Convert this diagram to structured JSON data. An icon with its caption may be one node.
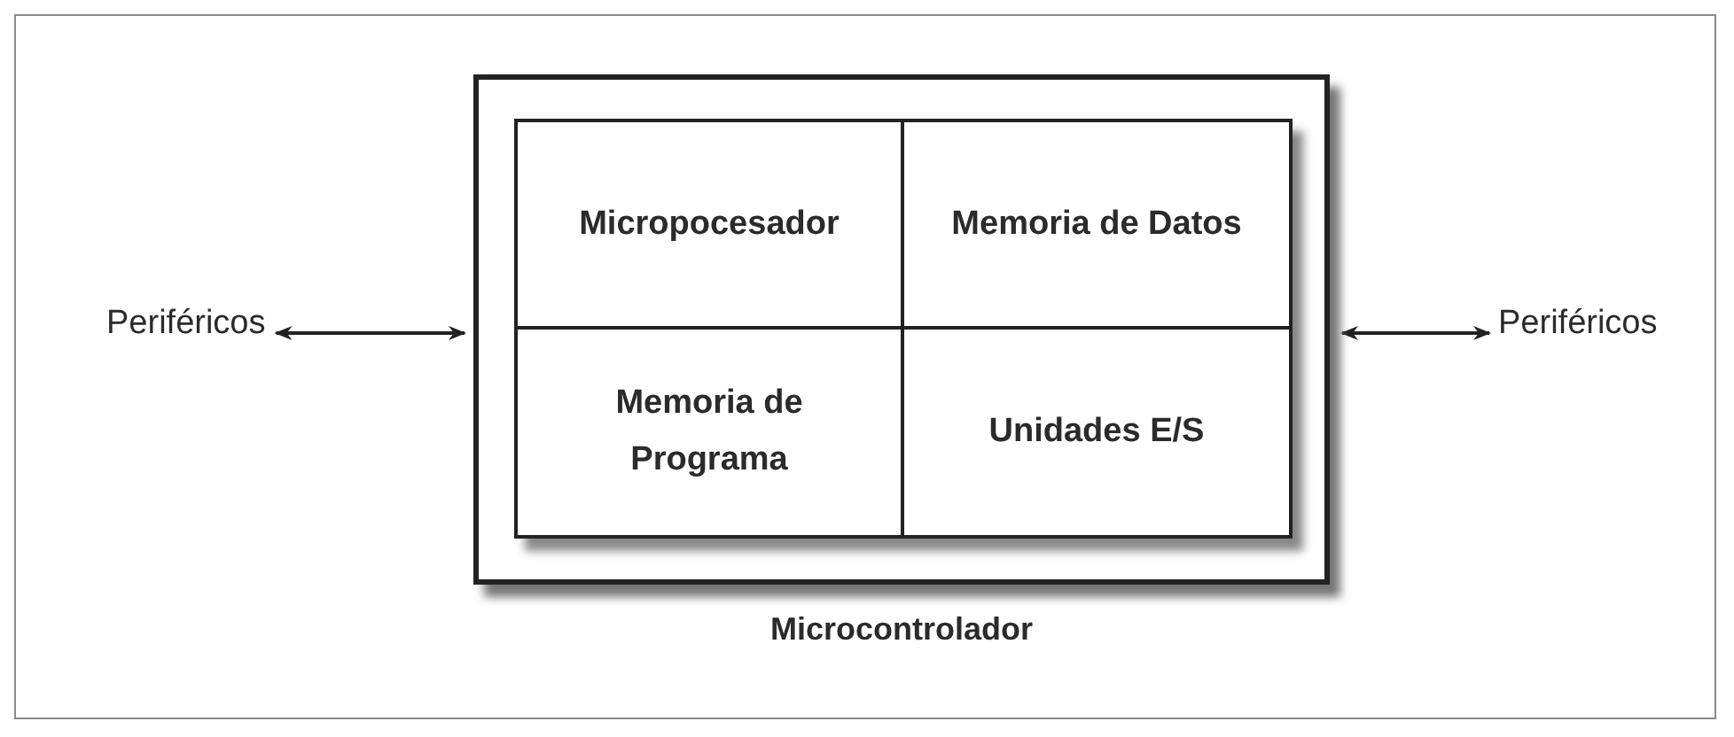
{
  "diagram": {
    "nodes": [
      {
        "text": [
          "Microcontrolador"
        ]
      },
      {
        "text": [
          "Micropocesador"
        ],
        "in": 0
      },
      {
        "text": [
          "Memoria de Datos"
        ],
        "in": 0
      },
      {
        "text": [
          "Memoria de Programa"
        ],
        "in": 0
      },
      {
        "text": [
          "Unidades E/S"
        ],
        "in": 0
      },
      {
        "text": [
          "Periféricos"
        ]
      },
      {
        "text": [
          "Periféricos"
        ]
      }
    ],
    "edges": [
      {
        "from": 5,
        "to": 0,
        "arrow": "both"
      },
      {
        "from": 0,
        "to": 6,
        "arrow": "both"
      }
    ]
  }
}
